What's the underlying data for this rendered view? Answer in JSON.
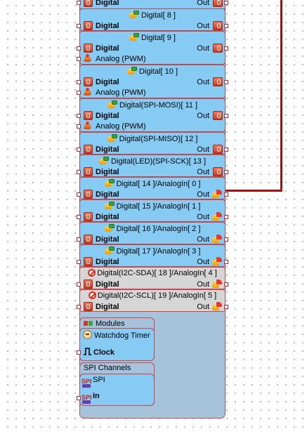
{
  "pin_blocks": [
    {
      "title": "",
      "icon": "none",
      "disabled": false,
      "rows": [
        {
          "label": "Digital",
          "bold": true,
          "out": "Out",
          "in_icon": "digital-input-icon",
          "out_icon": "digital-output-icon"
        }
      ]
    },
    {
      "title": "Digital[ 8 ]",
      "icon": "digital-pin-icon",
      "disabled": false,
      "rows": [
        {
          "label": "Digital",
          "bold": true,
          "out": "Out",
          "in_icon": "digital-input-icon",
          "out_icon": "digital-output-icon"
        }
      ]
    },
    {
      "title": "Digital[ 9 ]",
      "icon": "digital-pin-icon",
      "disabled": false,
      "rows": [
        {
          "label": "Digital",
          "bold": true,
          "out": "Out",
          "in_icon": "digital-input-icon",
          "out_icon": "digital-output-icon"
        },
        {
          "label": "Analog (PWM)",
          "bold": false,
          "out": "",
          "in_icon": "analog-pwm-icon",
          "out_icon": ""
        }
      ]
    },
    {
      "title": "Digital[ 10 ]",
      "icon": "digital-pin-icon",
      "disabled": false,
      "rows": [
        {
          "label": "Digital",
          "bold": true,
          "out": "Out",
          "in_icon": "digital-input-icon",
          "out_icon": "digital-output-icon"
        },
        {
          "label": "Analog (PWM)",
          "bold": false,
          "out": "",
          "in_icon": "analog-pwm-icon",
          "out_icon": ""
        }
      ]
    },
    {
      "title": "Digital(SPI-MOSI)[ 11 ]",
      "icon": "digital-pin-icon",
      "disabled": false,
      "rows": [
        {
          "label": "Digital",
          "bold": true,
          "out": "Out",
          "in_icon": "digital-input-icon",
          "out_icon": "digital-output-icon"
        },
        {
          "label": "Analog (PWM)",
          "bold": false,
          "out": "",
          "in_icon": "analog-pwm-icon",
          "out_icon": ""
        }
      ]
    },
    {
      "title": "Digital(SPI-MISO)[ 12 ]",
      "icon": "digital-pin-icon",
      "disabled": false,
      "rows": [
        {
          "label": "Digital",
          "bold": true,
          "out": "Out",
          "in_icon": "digital-input-icon",
          "out_icon": "digital-output-icon"
        }
      ]
    },
    {
      "title": "Digital(LED)(SPI-SCK)[ 13 ]",
      "icon": "digital-pin-icon",
      "disabled": false,
      "rows": [
        {
          "label": "Digital",
          "bold": true,
          "out": "Out",
          "in_icon": "digital-input-icon",
          "out_icon": "digital-output-icon"
        }
      ]
    },
    {
      "title": "Digital[ 14 ]/AnalogIn[ 0 ]",
      "icon": "analog-pin-icon",
      "disabled": false,
      "rows": [
        {
          "label": "Digital",
          "bold": true,
          "out": "Out",
          "in_icon": "digital-input-icon",
          "out_icon": "analog-output-icon"
        }
      ]
    },
    {
      "title": "Digital[ 15 ]/AnalogIn[ 1 ]",
      "icon": "analog-pin-icon",
      "disabled": false,
      "rows": [
        {
          "label": "Digital",
          "bold": true,
          "out": "Out",
          "in_icon": "digital-input-icon",
          "out_icon": "analog-output-icon"
        }
      ]
    },
    {
      "title": "Digital[ 16 ]/AnalogIn[ 2 ]",
      "icon": "analog-pin-icon",
      "disabled": false,
      "rows": [
        {
          "label": "Digital",
          "bold": true,
          "out": "Out",
          "in_icon": "digital-input-icon",
          "out_icon": "analog-output-icon"
        }
      ]
    },
    {
      "title": "Digital[ 17 ]/AnalogIn[ 3 ]",
      "icon": "analog-pin-icon",
      "disabled": false,
      "rows": [
        {
          "label": "Digital",
          "bold": true,
          "out": "Out",
          "in_icon": "digital-input-icon",
          "out_icon": "analog-output-icon"
        }
      ]
    },
    {
      "title": "Digital(I2C-SDA)[ 18 ]/AnalogIn[ 4 ]",
      "icon": "disabled-pin-icon",
      "disabled": true,
      "rows": [
        {
          "label": "Digital",
          "bold": true,
          "out": "Out",
          "in_icon": "digital-input-icon",
          "out_icon": "analog-output-icon"
        }
      ]
    },
    {
      "title": "Digital(I2C-SCL)[ 19 ]/AnalogIn[ 5 ]",
      "icon": "disabled-pin-icon",
      "disabled": true,
      "rows": [
        {
          "label": "Digital",
          "bold": true,
          "out": "Out",
          "in_icon": "digital-input-icon",
          "out_icon": "analog-output-icon"
        }
      ]
    }
  ],
  "modules": {
    "title": "Modules",
    "items": [
      {
        "title": "Watchdog Timer",
        "pin_label": "Clock",
        "pin_icon": "clock-pulse-icon"
      }
    ]
  },
  "spi_channels": {
    "title": "SPI Channels",
    "items": [
      {
        "title": "SPI",
        "pin_label": "In",
        "pin_icon": "spi-icon"
      }
    ]
  },
  "colors": {
    "block_fill": "#86cbf4",
    "block_disabled_fill": "#d6d6d6",
    "component_fill": "#a7c3dc",
    "border": "#c64848",
    "wire": "#9b1212"
  }
}
